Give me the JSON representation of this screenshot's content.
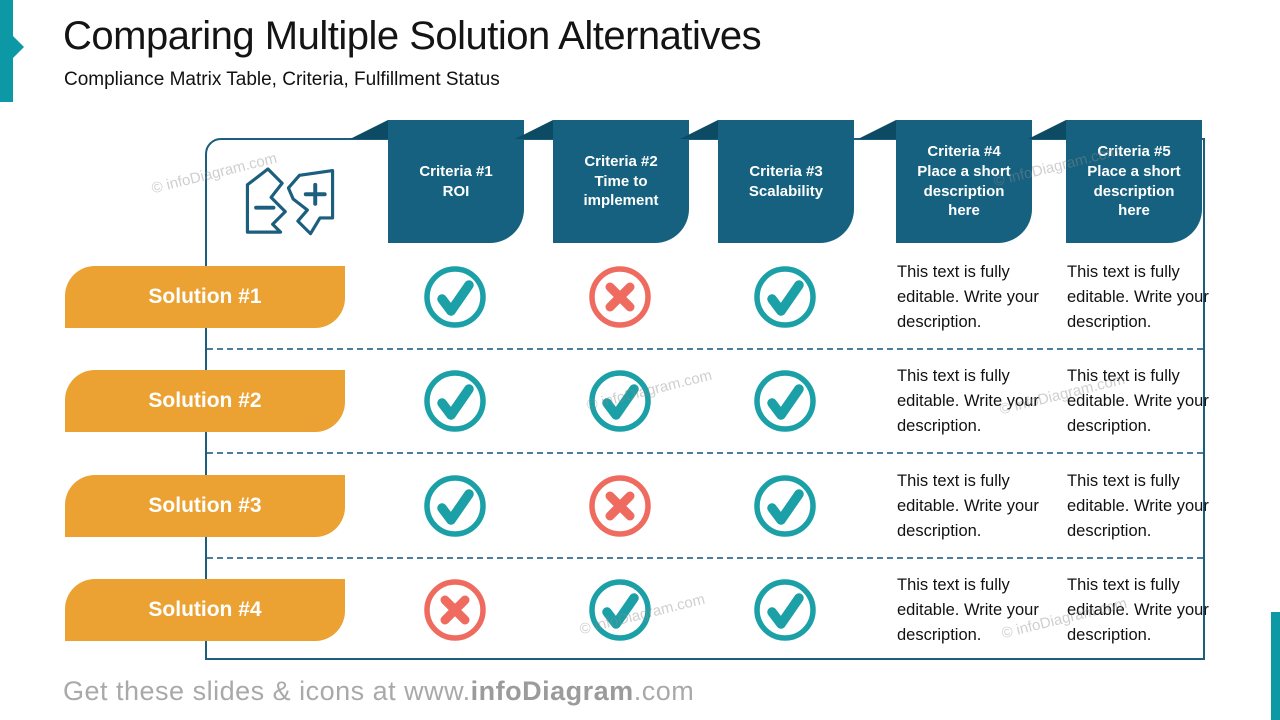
{
  "slide": {
    "title": "Comparing Multiple Solution Alternatives",
    "subtitle": "Compliance Matrix Table, Criteria, Fulfillment Status"
  },
  "colors": {
    "header_teal": "#16617F",
    "fold_teal": "#0D4A63",
    "accent_teal": "#0C99A5",
    "check_teal": "#1AA0A6",
    "cross_coral": "#EF6B5F",
    "banner_orange": "#EBA232",
    "table_border_teal": "#1B5E7D",
    "dashed_line_blue": "#4C7E9C",
    "footer_gray": "#A9A9A9"
  },
  "criteria": [
    {
      "title": "Criteria #1",
      "desc": "ROI"
    },
    {
      "title": "Criteria #2",
      "desc": "Time to implement"
    },
    {
      "title": "Criteria #3",
      "desc": "Scalability"
    },
    {
      "title": "Criteria #4",
      "desc": "Place a short description here"
    },
    {
      "title": "Criteria #5",
      "desc": "Place a short description here"
    }
  ],
  "note_text": "This text is fully editable. Write your description.",
  "solutions": [
    {
      "label": "Solution #1",
      "marks": [
        "check",
        "cross",
        "check"
      ],
      "notes": [
        "This text is fully editable. Write your description.",
        "This text is fully editable. Write your description."
      ]
    },
    {
      "label": "Solution #2",
      "marks": [
        "check",
        "check",
        "check"
      ],
      "notes": [
        "This text is fully editable. Write your description.",
        "This text is fully editable. Write your description."
      ]
    },
    {
      "label": "Solution #3",
      "marks": [
        "check",
        "cross",
        "check"
      ],
      "notes": [
        "This text is fully editable. Write your description.",
        "This text is fully editable. Write your description."
      ]
    },
    {
      "label": "Solution #4",
      "marks": [
        "cross",
        "check",
        "check"
      ],
      "notes": [
        "This text is fully editable. Write your description.",
        "This text is fully editable. Write your description."
      ]
    }
  ],
  "icons": {
    "compare": "plus-minus-compare-icon",
    "check": "check-circle-icon",
    "cross": "cross-circle-icon"
  },
  "watermark": "© infoDiagram.com",
  "footer": {
    "prefix": "Get these slides & icons at www.",
    "brand": "infoDiagram",
    "suffix": ".com"
  }
}
